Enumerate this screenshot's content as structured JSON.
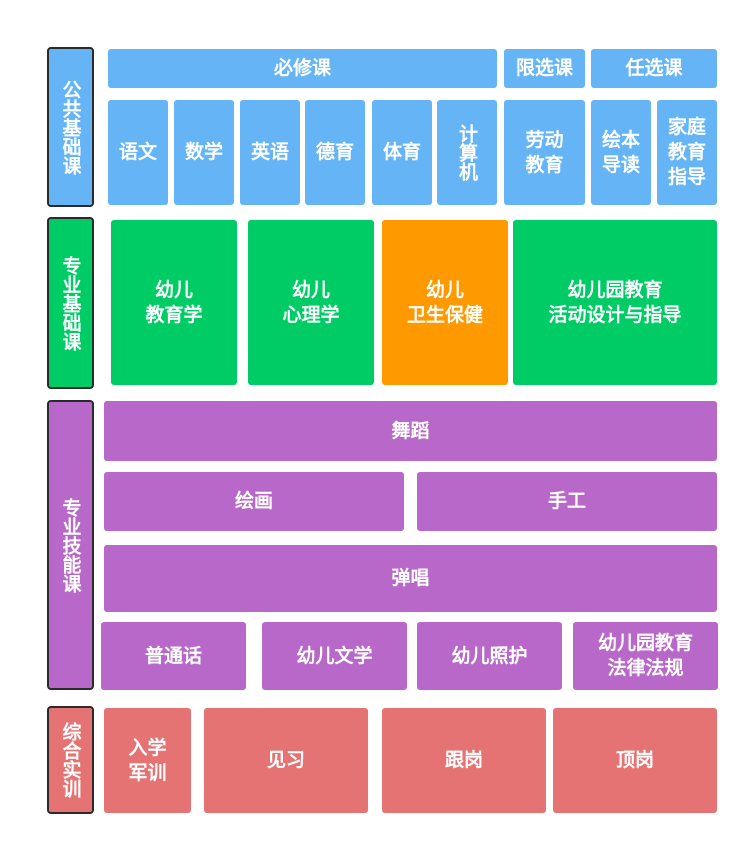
{
  "rows": {
    "public": {
      "label": "公共基础课",
      "headers": {
        "required": "必修课",
        "limited": "限选课",
        "optional": "任选课"
      },
      "courses": [
        "语文",
        "数学",
        "英语",
        "德育",
        "体育",
        "计算机",
        "劳动\n教育",
        "绘本\n导读",
        "家庭\n教育\n指导"
      ]
    },
    "professional_basic": {
      "label": "专业基础课",
      "courses": [
        "幼儿\n教育学",
        "幼儿\n心理学",
        "幼儿\n卫生保健",
        "幼儿园教育\n活动设计与指导"
      ]
    },
    "professional_skill": {
      "label": "专业技能课",
      "courses": {
        "dance": "舞蹈",
        "drawing": "绘画",
        "handcraft": "手工",
        "singing": "弹唱",
        "mandarin": "普通话",
        "literature": "幼儿文学",
        "care": "幼儿照护",
        "law": "幼儿园教育\n法律法规"
      }
    },
    "practice": {
      "label": "综合实训",
      "courses": [
        "入学\n军训",
        "见习",
        "跟岗",
        "顶岗"
      ]
    }
  },
  "colors": {
    "blue": "#64b4f6",
    "green": "#00cc66",
    "orange": "#ff9900",
    "purple": "#b768c9",
    "red": "#e57373"
  }
}
